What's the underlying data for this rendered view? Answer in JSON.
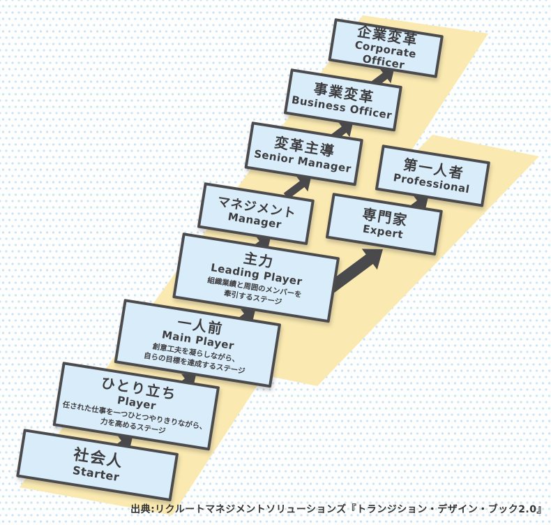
{
  "caption": "出典:リクルートマネジメントソリューションズ『トランジション・デザイン・ブック2.0』",
  "stages": [
    {
      "id": "starter",
      "title": "社会人",
      "en": "Starter"
    },
    {
      "id": "player",
      "title": "ひとり立ち",
      "en": "Player",
      "desc": [
        "任された仕事を一つひとつやりきりながら、",
        "力を高めるステージ"
      ]
    },
    {
      "id": "main-player",
      "title": "一人前",
      "en": "Main Player",
      "desc": [
        "創意工夫を凝らしながら、",
        "自らの目標を達成するステージ"
      ]
    },
    {
      "id": "leading-player",
      "title": "主力",
      "en": "Leading Player",
      "desc": [
        "組織業績と周囲のメンバーを",
        "牽引するステージ"
      ]
    },
    {
      "id": "manager",
      "title": "マネジメント",
      "en": "Manager"
    },
    {
      "id": "senior-manager",
      "title": "変革主導",
      "en": "Senior Manager"
    },
    {
      "id": "business-officer",
      "title": "事業変革",
      "en": "Business Officer"
    },
    {
      "id": "corporate-officer",
      "title": "企業変革",
      "en": "Corporate Officer"
    },
    {
      "id": "expert",
      "title": "専門家",
      "en": "Expert"
    },
    {
      "id": "professional",
      "title": "第一人者",
      "en": "Professional"
    }
  ],
  "colors": {
    "band_yellow": "#FAE9B0",
    "box_fill": "#D9ECFA",
    "box_border": "#4B4B4E",
    "arrow": "#4A4A4D",
    "background_dot": "#C9E4F6",
    "text": "#3C3C3E"
  }
}
